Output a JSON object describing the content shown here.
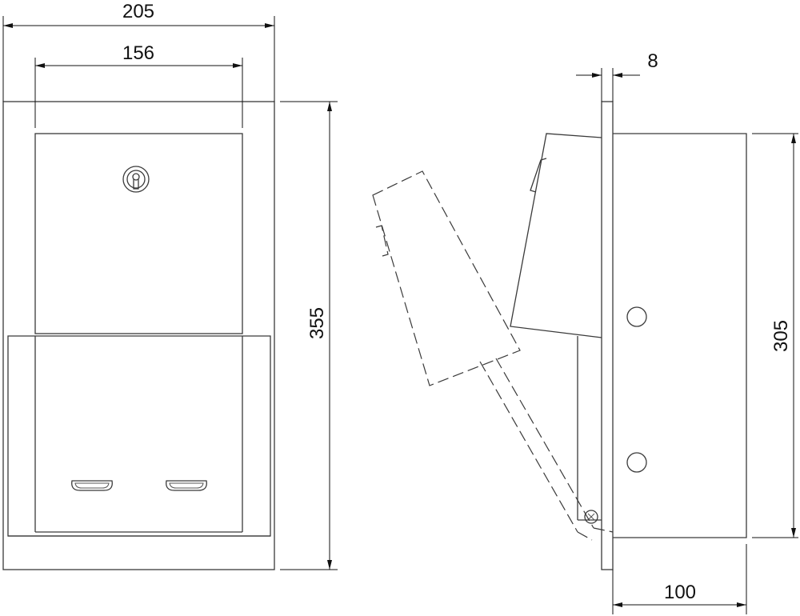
{
  "dimensions": {
    "overall_width": "205",
    "inner_width": "156",
    "overall_height": "355",
    "flange_thickness": "8",
    "body_height": "305",
    "depth": "100"
  }
}
